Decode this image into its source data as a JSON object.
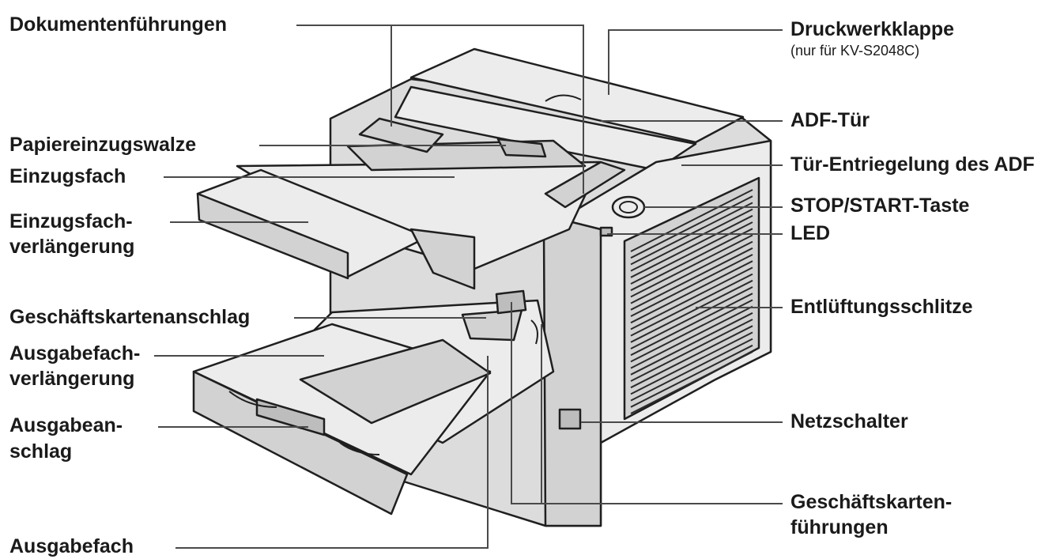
{
  "labels": {
    "dokumentenfuehrungen": "Dokumentenführungen",
    "papiereinzugswalze": "Papiereinzugswalze",
    "einzugsfach": "Einzugsfach",
    "einzugsfach_verl_1": "Einzugsfach-",
    "einzugsfach_verl_2": "verlängerung",
    "geschaeftskartenanschlag": "Geschäftskartenanschlag",
    "ausgabefach_verl_1": "Ausgabefach-",
    "ausgabefach_verl_2": "verlängerung",
    "ausgabeanschlag_1": "Ausgabean-",
    "ausgabeanschlag_2": "schlag",
    "ausgabefach": "Ausgabefach",
    "druckwerkklappe": "Druckwerkklappe",
    "druckwerkklappe_note": "(nur für KV-S2048C)",
    "adf_tuer": "ADF-Tür",
    "tuer_entriegelung": "Tür-Entriegelung des ADF",
    "stop_start": "STOP/START-Taste",
    "led": "LED",
    "entlueftungsschlitze": "Entlüftungsschlitze",
    "netzschalter": "Netzschalter",
    "geschaeftskartenfuehrungen_1": "Geschäftskarten-",
    "geschaeftskartenfuehrungen_2": "führungen"
  }
}
